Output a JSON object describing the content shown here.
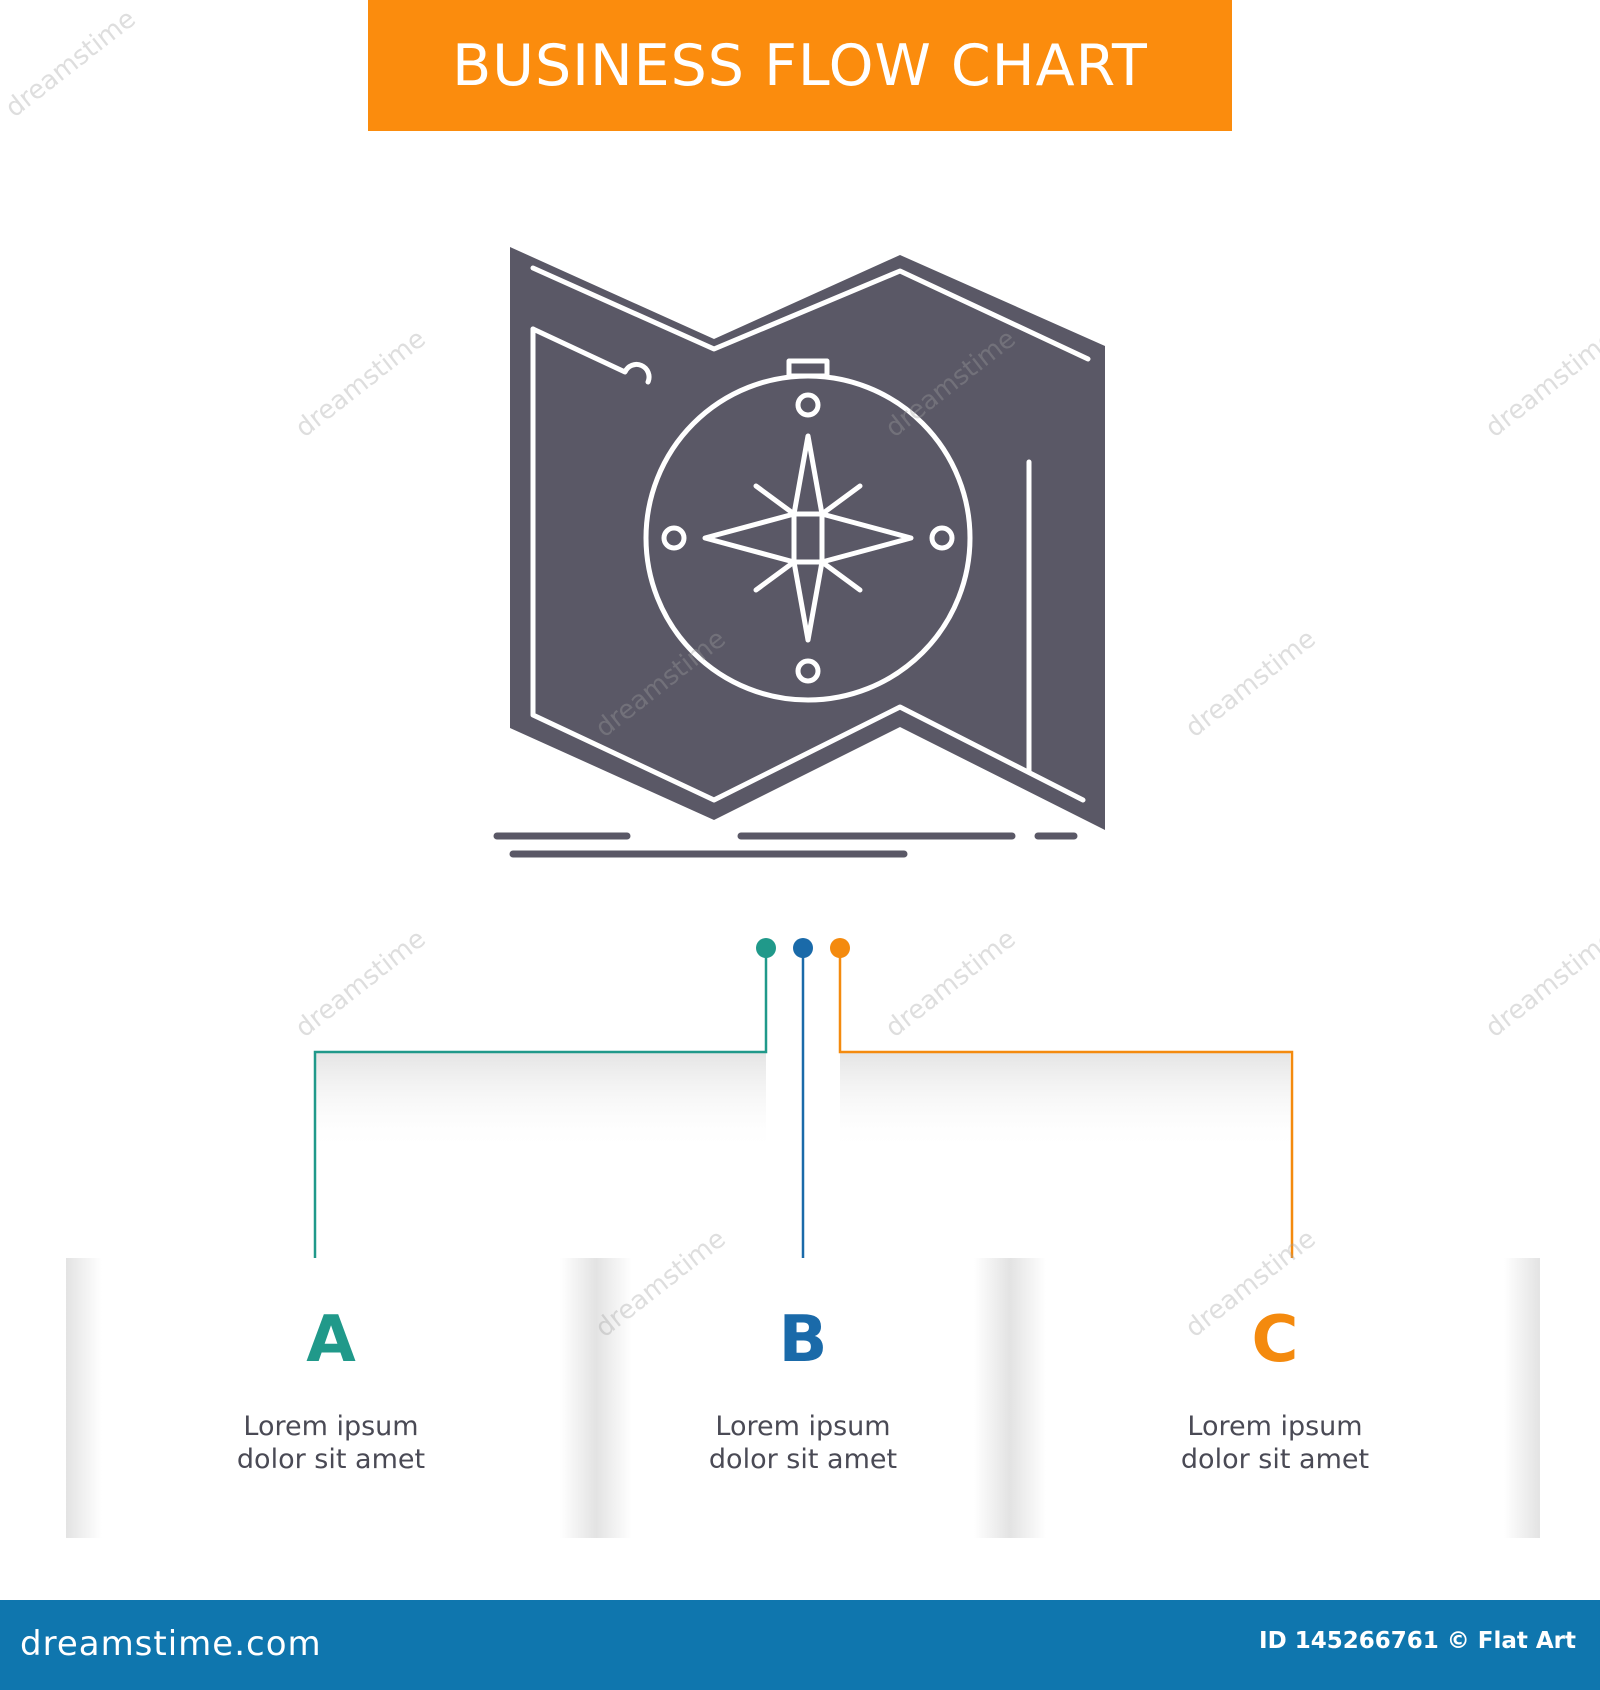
{
  "header": {
    "title": "BUSINESS FLOW CHART"
  },
  "icon": {
    "name": "map-compass-icon"
  },
  "colors": {
    "banner": "#fb8c0d",
    "icon": "#5a5866",
    "a": "#20998a",
    "b": "#1a6aa9",
    "c": "#f48a0e",
    "footer": "#0f76ae"
  },
  "steps": [
    {
      "letter": "A",
      "text_line1": "Lorem ipsum",
      "text_line2": "dolor sit amet"
    },
    {
      "letter": "B",
      "text_line1": "Lorem ipsum",
      "text_line2": "dolor sit amet"
    },
    {
      "letter": "C",
      "text_line1": "Lorem ipsum",
      "text_line2": "dolor sit amet"
    }
  ],
  "watermark": {
    "text": "dreamstime"
  },
  "footer": {
    "site": "dreamstime.com",
    "id_text": "ID 145266761 © Flat Art"
  }
}
